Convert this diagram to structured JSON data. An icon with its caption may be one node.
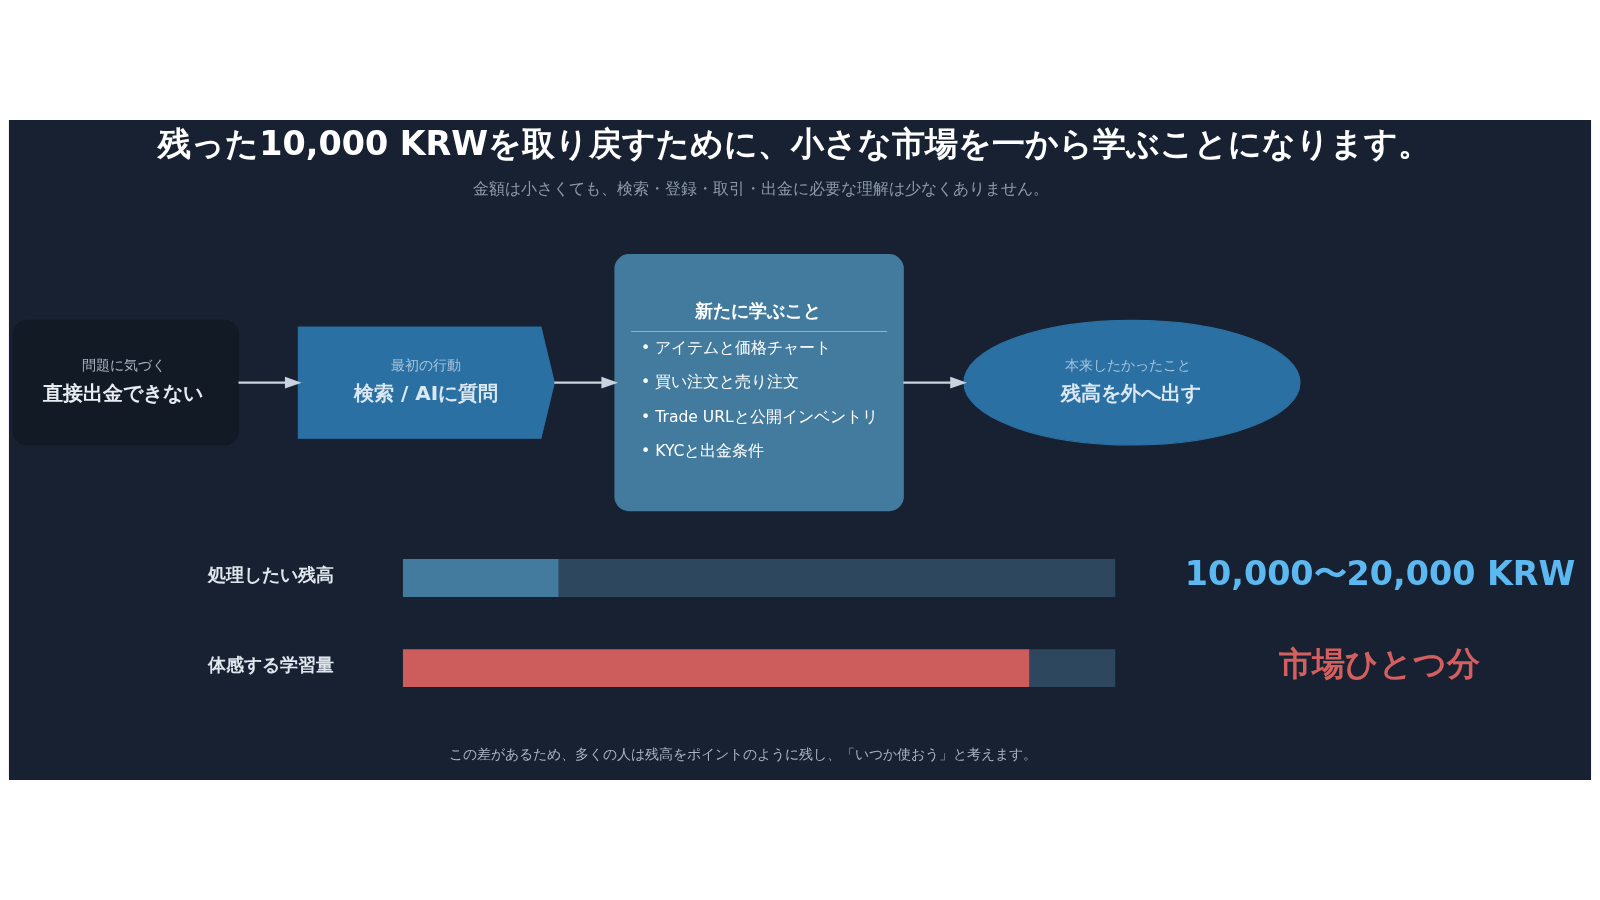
{
  "diagram": {
    "title": "残った10,000 KRWを取り戻すために、小さな市場を一から学ぶことになります。",
    "nodes": [
      {
        "text": [
          "問題に気づく",
          "直接出金できない"
        ]
      },
      {
        "text": [
          "最初の行動",
          "検索 / AIに質問"
        ]
      },
      {
        "text": [
          "新たに学ぶこと",
          "• アイテムと価格チャート",
          "• 買い注文と売り注文",
          "• Trade URLと公開インベントリ",
          "• KYCと出金条件"
        ]
      },
      {
        "text": [
          "本来したかったこと",
          "残高を外へ出す"
        ]
      },
      {
        "text": [],
        "shape": "bar"
      },
      {
        "text": [],
        "shape": "bar"
      }
    ],
    "edges": [
      {
        "from": 0,
        "to": 1,
        "arrow": "to"
      },
      {
        "from": 1,
        "to": 2,
        "arrow": "to"
      },
      {
        "from": 2,
        "to": 3,
        "arrow": "to"
      }
    ],
    "labels": [
      "金額は小さくても、検索・登録・取引・出金に必要な理解は少なくありません。",
      "処理したい残高",
      "10,000〜20,000 KRW",
      "体感する学習量",
      "市場ひとつ分",
      "この差があるため、多くの人は残高をポイントのように残し、「いつか使おう」と考えます。"
    ]
  }
}
